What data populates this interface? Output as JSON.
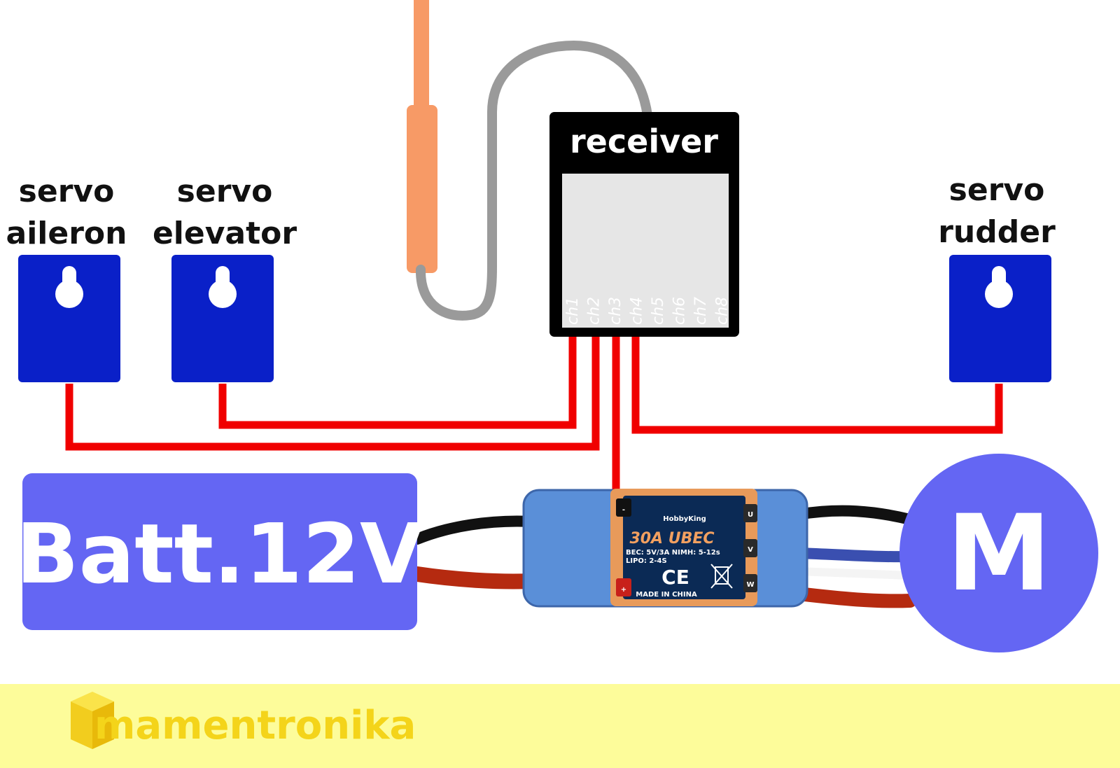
{
  "colors": {
    "servo": "#0a20c8",
    "wire_signal": "#f00000",
    "antenna": "#f79a66",
    "antenna_cable": "#9a9a9a",
    "receiver_body": "#000000",
    "receiver_panel": "#e6e6e6",
    "battery": "#6466f3",
    "motor": "#6466f3",
    "footer_band": "#fdfc9a",
    "brand_text": "#f4d41a",
    "esc_body": "#5a8fd8",
    "esc_label_bg": "#e89a5a"
  },
  "receiver": {
    "title": "receiver",
    "channels": [
      "ch1",
      "ch2",
      "ch3",
      "ch4",
      "ch5",
      "ch6",
      "ch7",
      "ch8"
    ]
  },
  "servos": {
    "aileron": {
      "line1": "servo",
      "line2": "aileron"
    },
    "elevator": {
      "line1": "servo",
      "line2": "elevator"
    },
    "rudder": {
      "line1": "servo",
      "line2": "rudder"
    }
  },
  "battery": {
    "label": "Batt.12V"
  },
  "motor": {
    "label": "M"
  },
  "esc": {
    "brand": "HobbyKing",
    "model": "30A UBEC",
    "spec_line1": "BEC: 5V/3A NIMH: 5-12s",
    "spec_line2": "LIPO: 2-4S",
    "ce_mark": "CE",
    "origin": "MADE IN CHINA",
    "pin_minus": "-",
    "pin_plus": "+",
    "phase_u": "U",
    "phase_v": "V",
    "phase_w": "W"
  },
  "footer": {
    "brand": "mamentronika",
    "logo_icon": "yellow-cube-icon"
  }
}
